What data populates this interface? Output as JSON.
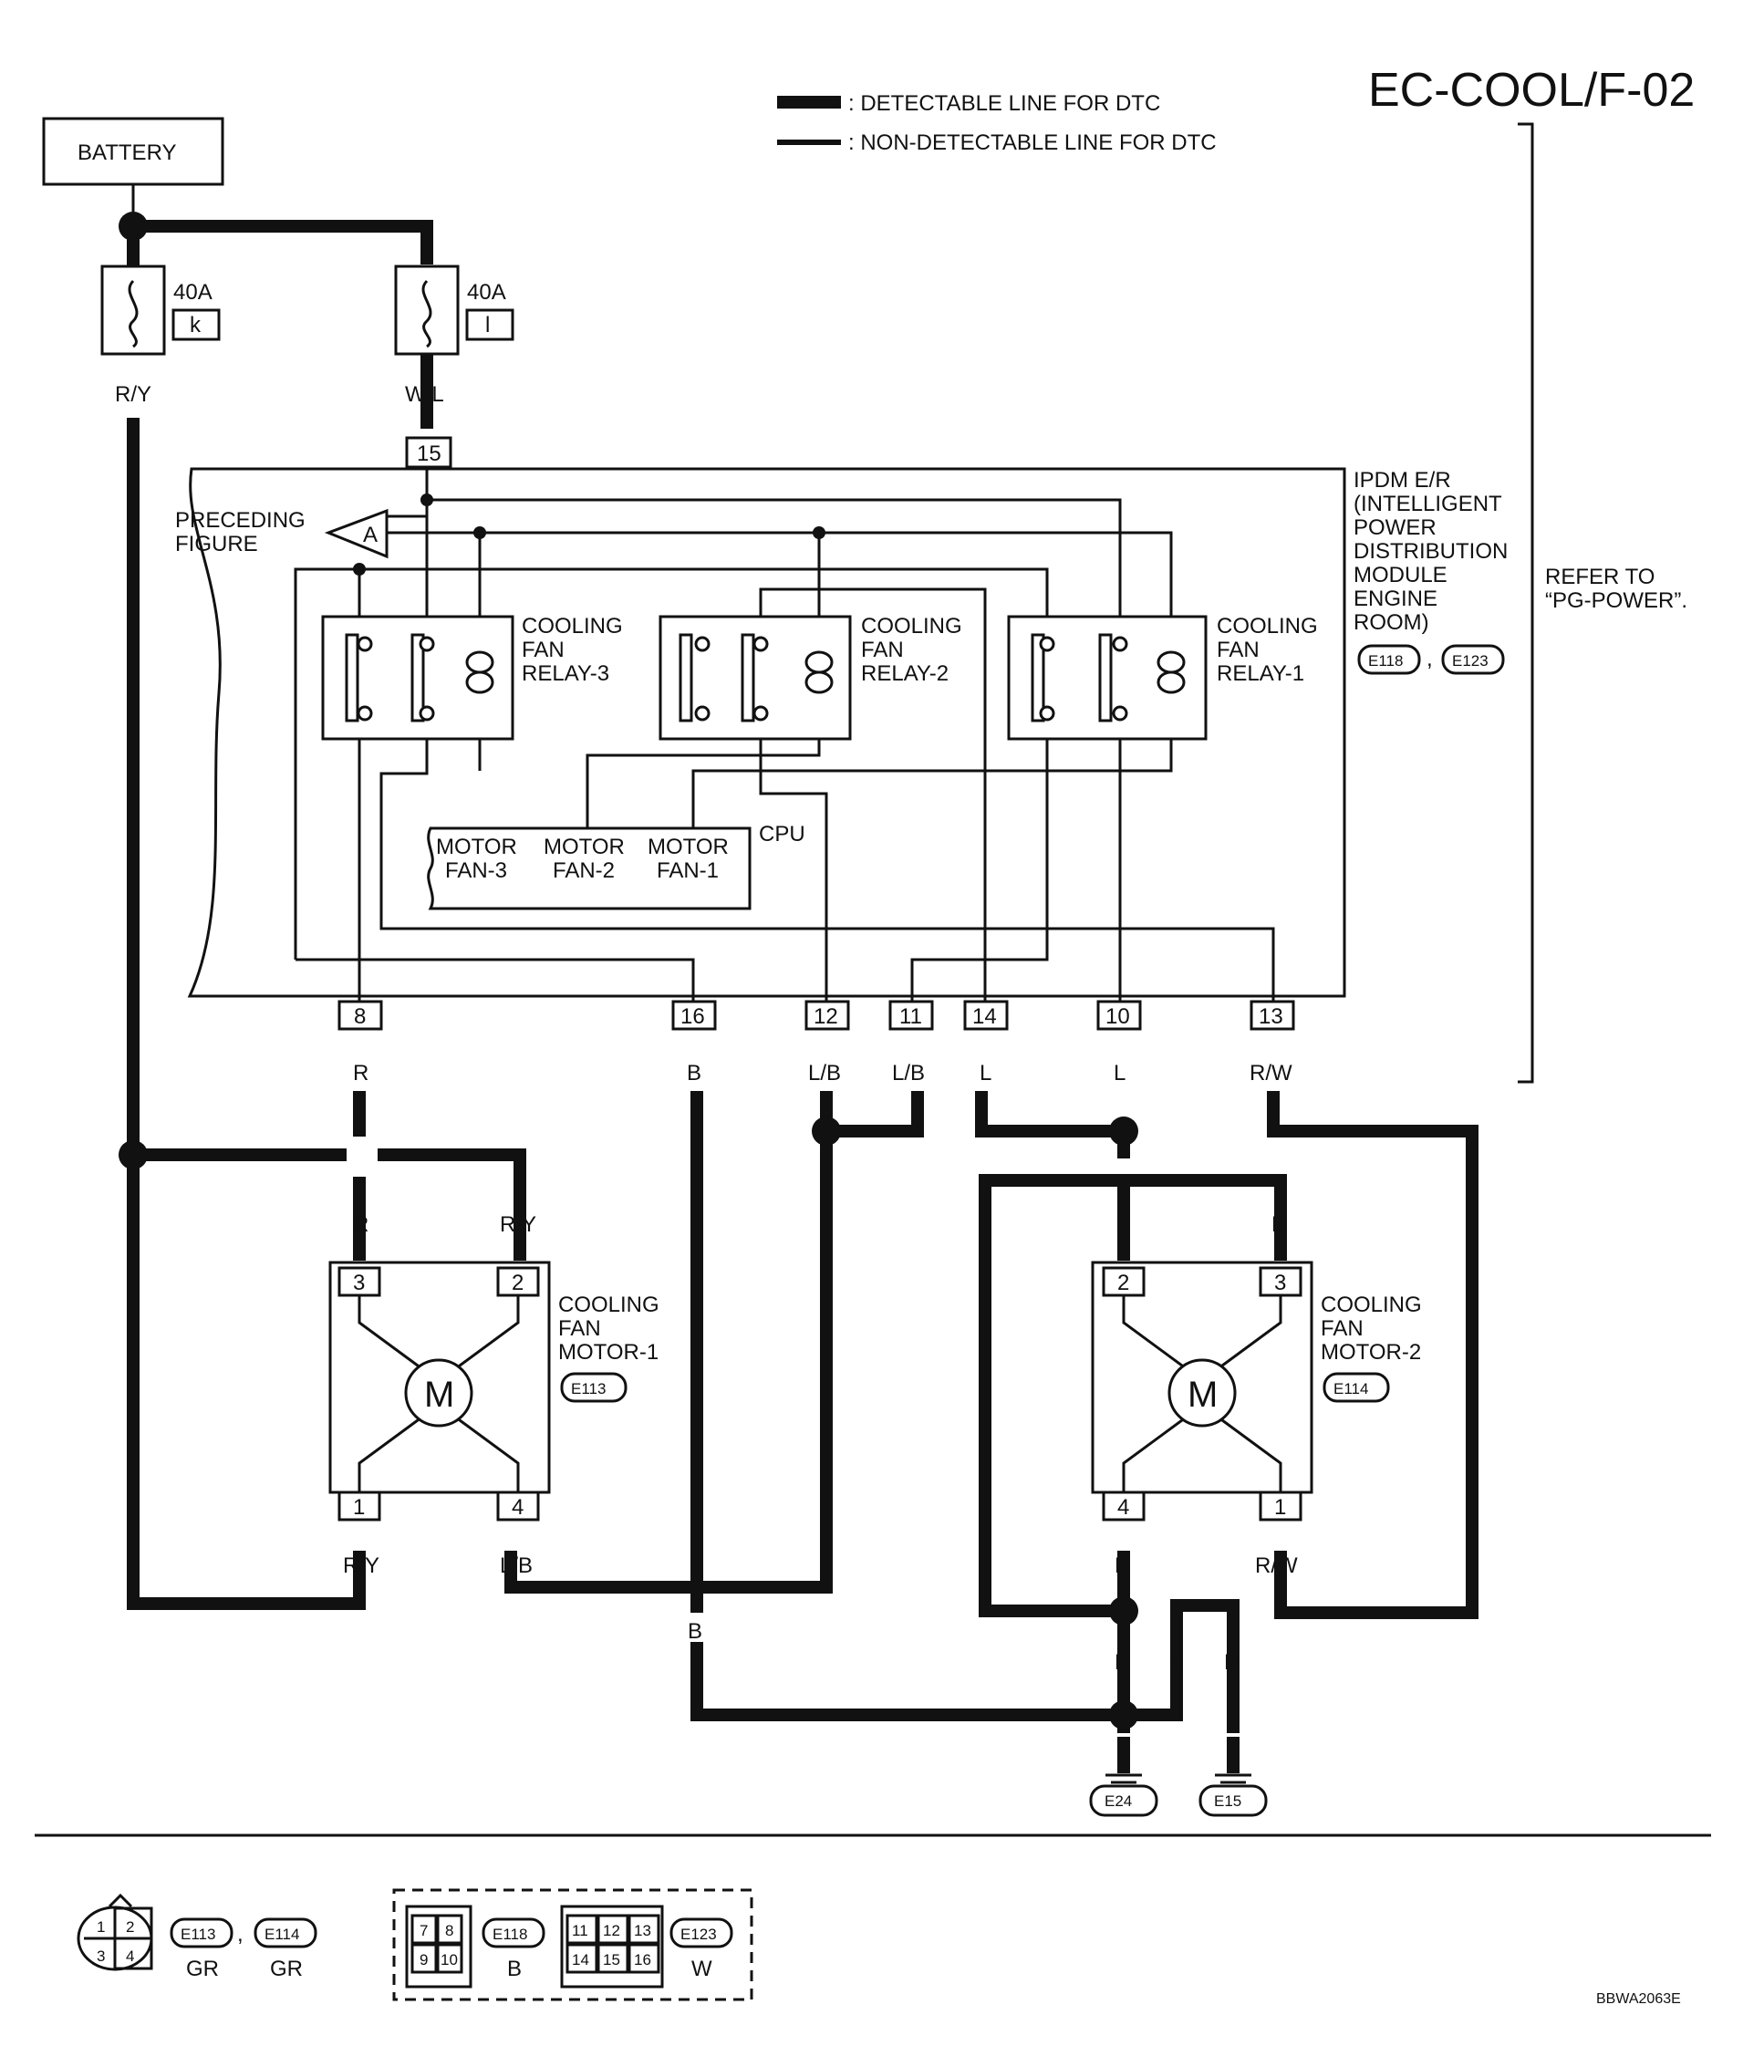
{
  "title": "EC-COOL/F-02",
  "legend": {
    "detectable": ": DETECTABLE LINE FOR DTC",
    "non_detectable": ": NON-DETECTABLE LINE FOR DTC"
  },
  "battery": "BATTERY",
  "fuses": [
    {
      "amps": "40A",
      "id": "k",
      "wire": "R/Y"
    },
    {
      "amps": "40A",
      "id": "l",
      "wire": "W/L"
    }
  ],
  "ipdm": {
    "lines": [
      "IPDM E/R",
      "(INTELLIGENT",
      "POWER",
      "DISTRIBUTION",
      "MODULE",
      "ENGINE",
      "ROOM)"
    ],
    "connectors": [
      "E118",
      "E123"
    ],
    "refer": [
      "REFER TO",
      "“PG-POWER”."
    ],
    "preceding": [
      "PRECEDING",
      "FIGURE"
    ],
    "preceding_mark": "A",
    "cpu": "CPU",
    "input_terminal": "15"
  },
  "relays": [
    {
      "lines": [
        "COOLING",
        "FAN",
        "RELAY-3"
      ]
    },
    {
      "lines": [
        "COOLING",
        "FAN",
        "RELAY-2"
      ]
    },
    {
      "lines": [
        "COOLING",
        "FAN",
        "RELAY-1"
      ]
    }
  ],
  "cpu_motors": [
    {
      "top": "MOTOR",
      "bottom": "FAN-3"
    },
    {
      "top": "MOTOR",
      "bottom": "FAN-2"
    },
    {
      "top": "MOTOR",
      "bottom": "FAN-1"
    }
  ],
  "ipdm_terminals": [
    {
      "num": "8",
      "wire": "R"
    },
    {
      "num": "16",
      "wire": "B"
    },
    {
      "num": "12",
      "wire": "L/B"
    },
    {
      "num": "11",
      "wire": "L/B"
    },
    {
      "num": "14",
      "wire": "L"
    },
    {
      "num": "10",
      "wire": "L"
    },
    {
      "num": "13",
      "wire": "R/W"
    }
  ],
  "motor1": {
    "lines": [
      "COOLING",
      "FAN",
      "MOTOR-1"
    ],
    "connector": "E113",
    "symbol": "M",
    "pins": [
      {
        "num": "3",
        "wire": "R"
      },
      {
        "num": "2",
        "wire": "R/Y"
      },
      {
        "num": "1",
        "wire": "R/Y"
      },
      {
        "num": "4",
        "wire": "L/B"
      }
    ]
  },
  "motor2": {
    "lines": [
      "COOLING",
      "FAN",
      "MOTOR-2"
    ],
    "connector": "E114",
    "symbol": "M",
    "pins": [
      {
        "num": "2",
        "wire": "L"
      },
      {
        "num": "3",
        "wire": "B"
      },
      {
        "num": "4",
        "wire": "B"
      },
      {
        "num": "1",
        "wire": "R/W"
      }
    ]
  },
  "ground_wires": {
    "mid": "B",
    "left": "B",
    "e24": "B",
    "right_a": "B",
    "right_b": "B"
  },
  "grounds": [
    "E24",
    "E15"
  ],
  "connector_key": {
    "c1": {
      "ids": [
        "E113",
        "E114"
      ],
      "colors": [
        "GR",
        "GR"
      ],
      "pins": [
        "1",
        "2",
        "3",
        "4"
      ]
    },
    "c2": {
      "id": "E118",
      "color": "B",
      "pins": [
        "7",
        "8",
        "9",
        "10"
      ]
    },
    "c3": {
      "id": "E123",
      "color": "W",
      "pins": [
        "11",
        "12",
        "13",
        "14",
        "15",
        "16"
      ]
    }
  },
  "code": "BBWA2063E"
}
